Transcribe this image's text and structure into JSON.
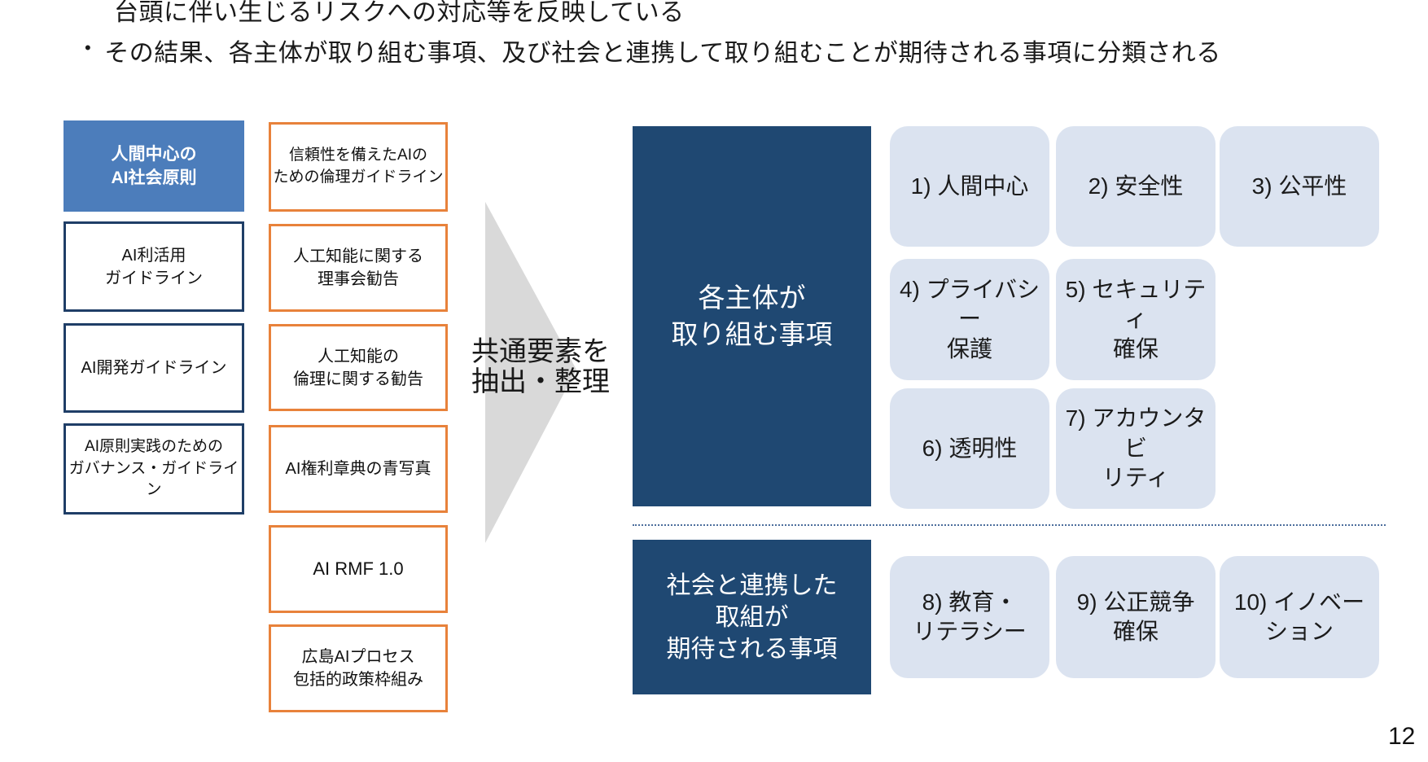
{
  "intro": {
    "line1": "台頭に伴い生じるリスクへの対応等を反映している",
    "bullet": "•",
    "line2": "その結果、各主体が取り組む事項、及び社会と連携して取り組むことが期待される事項に分類される"
  },
  "left_column": {
    "header": "人間中心の\nAI社会原則",
    "boxes": [
      "AI利活用\nガイドライン",
      "AI開発ガイドライン",
      "AI原則実践のための\nガバナンス・ガイドライン"
    ]
  },
  "middle_column": {
    "boxes": [
      "信頼性を備えたAIの\nための倫理ガイドライン",
      "人工知能に関する\n理事会勧告",
      "人工知能の\n倫理に関する勧告",
      "AI権利章典の青写真",
      "AI RMF 1.0",
      "広島AIプロセス\n包括的政策枠組み"
    ]
  },
  "arrow": {
    "label": "共通要素を\n抽出・整理"
  },
  "right_section": {
    "panels": [
      {
        "title": "各主体が\n取り組む事項"
      },
      {
        "title": "社会と連携した\n取組が\n期待される事項"
      }
    ],
    "tiles": [
      "1) 人間中心",
      "2) 安全性",
      "3) 公平性",
      "4) プライバシー\n保護",
      "5) セキュリティ\n確保",
      "6) 透明性",
      "7) アカウンタビ\nリティ",
      "8) 教育・\nリテラシー",
      "9) 公正競争\n確保",
      "10) イノベー\nション"
    ]
  },
  "page_number": "12",
  "colors": {
    "header-blue": "#4C7DBB",
    "navy-border": "#1F3E67",
    "orange-border": "#E8823B",
    "panel-navy": "#1F4872",
    "tile-blue": "#DBE3F0",
    "arrow-gray": "#D9D9D9",
    "divider-blue": "#4C6E9C"
  }
}
